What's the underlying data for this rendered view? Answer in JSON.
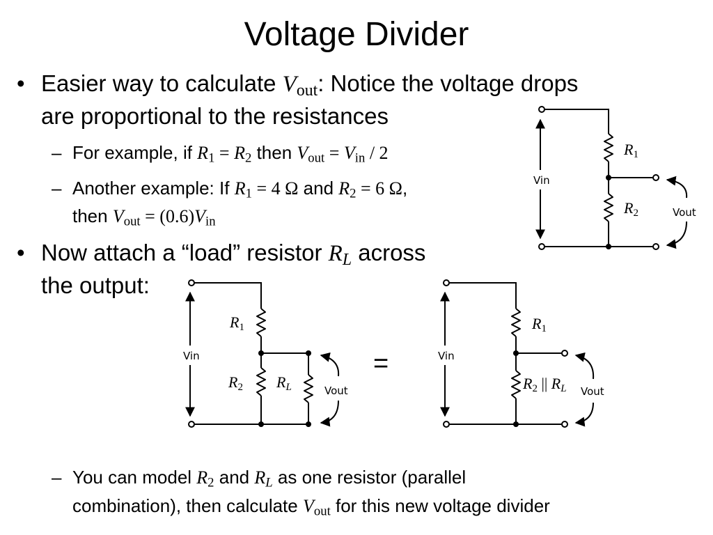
{
  "title": "Voltage Divider",
  "bullet1": {
    "pre": "Easier way to calculate ",
    "v": "V",
    "v_sub": "out",
    "post": ": Notice the voltage drops",
    "line2": "are proportional to the resistances"
  },
  "sub1": {
    "pre": "For example, if ",
    "r1": "R",
    "r1_sub": "1",
    "eq": " = ",
    "r2": "R",
    "r2_sub": "2",
    "mid": " then ",
    "v": "V",
    "v_sub": "out",
    "eq2": " = ",
    "vin": "V",
    "vin_sub": "in",
    "post": " / 2"
  },
  "sub2": {
    "pre": "Another example: If ",
    "r1": "R",
    "r1_sub": "1",
    "r1_val": " = 4 Ω",
    "and": " and ",
    "r2": "R",
    "r2_sub": "2",
    "r2_val": " = 6 Ω",
    "comma": ",",
    "then": "then ",
    "v": "V",
    "v_sub": "out",
    "expr": " = (0.6)",
    "vin": "V",
    "vin_sub": "in"
  },
  "bullet2": {
    "pre": "Now attach a “load” resistor ",
    "r": "R",
    "r_sub": "L",
    "post": " across",
    "line2": "the output:"
  },
  "sub3": {
    "pre": "You can model ",
    "r2": "R",
    "r2_sub": "2",
    "and": " and ",
    "rl": "R",
    "rl_sub": "L",
    "post": " as one resistor (parallel",
    "line2_pre": "combination), then calculate ",
    "v": "V",
    "v_sub": "out",
    "line2_post": " for this new voltage divider"
  },
  "bullet_glyph": "•",
  "dash_glyph": "–",
  "equals": "=",
  "diagram_labels": {
    "vin": "Vin",
    "vout": "Vout",
    "r": "R",
    "sub1": "1",
    "sub2": "2",
    "subL": "L",
    "parallel": " || "
  }
}
